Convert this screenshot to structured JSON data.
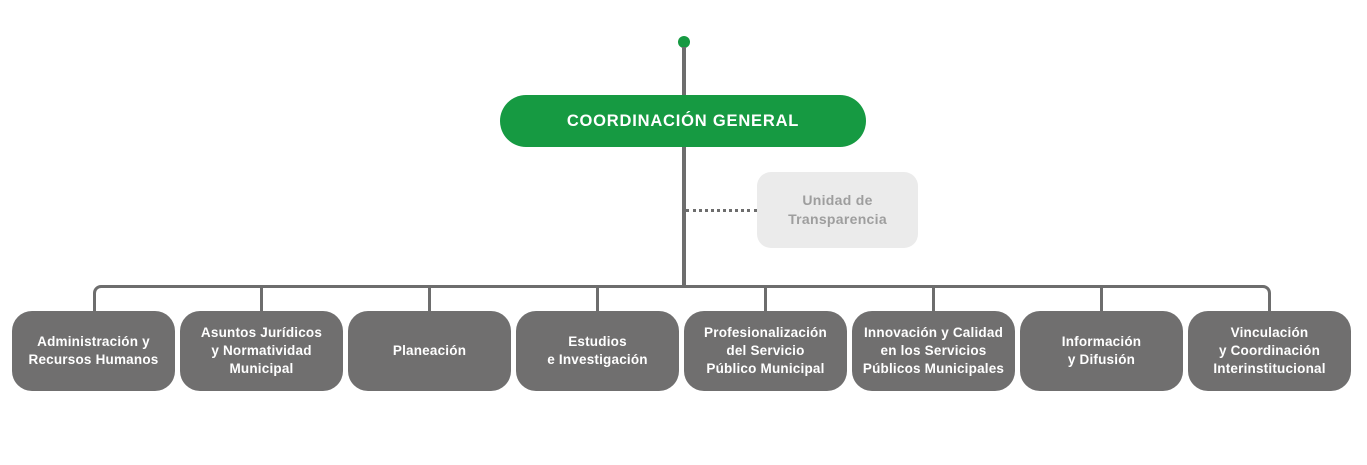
{
  "colors": {
    "root_green": "#169a42",
    "department_gray": "#706f6f",
    "transparency_bg": "#ebebeb",
    "transparency_text": "#9e9e9e",
    "connector_gray": "#6d6d6d",
    "box_text": "#ffffff",
    "background": "#ffffff"
  },
  "org_chart": {
    "root": {
      "label": "COORDINACIÓN GENERAL"
    },
    "transparency_unit": {
      "label": "Unidad de\nTransparencia"
    },
    "departments": [
      {
        "label": "Administración y\nRecursos Humanos"
      },
      {
        "label": "Asuntos Jurídicos\ny Normatividad\nMunicipal"
      },
      {
        "label": "Planeación"
      },
      {
        "label": "Estudios\ne Investigación"
      },
      {
        "label": "Profesionalización\ndel Servicio\nPúblico Municipal"
      },
      {
        "label": "Innovación y Calidad\nen los Servicios\nPúblicos Municipales"
      },
      {
        "label": "Información\ny Difusión"
      },
      {
        "label": "Vinculación\ny Coordinación\nInterinstitucional"
      }
    ]
  }
}
